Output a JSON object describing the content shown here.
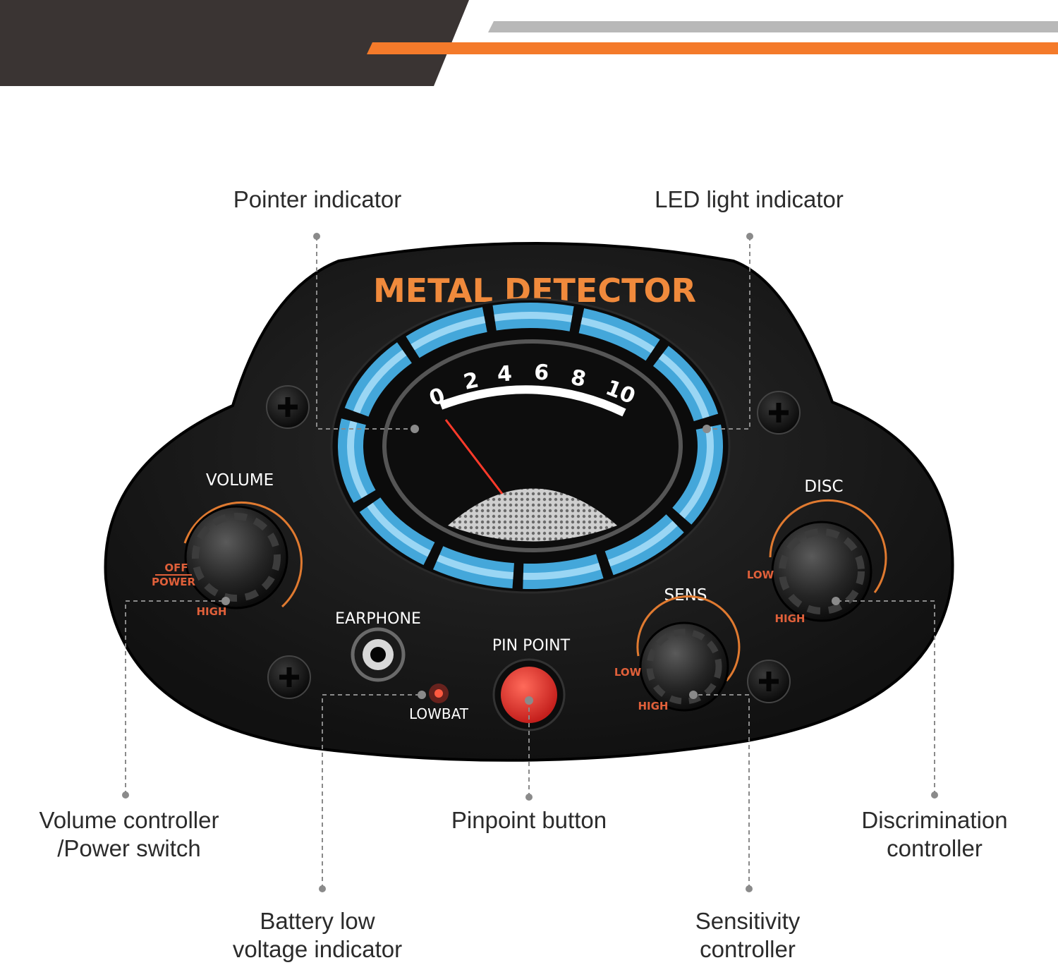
{
  "colors": {
    "header_dark": "#3a3433",
    "header_orange": "#f47a2a",
    "header_gray": "#b8b8b8",
    "panel_black": "#1b1b1b",
    "brand_orange": "#f08a3c",
    "led_blue": "#4fc3ff",
    "pinpoint_red": "#e8302e",
    "lowbat_red": "#ff3a2a",
    "leader_line": "#8a8a8a"
  },
  "device": {
    "brand_title": "METAL DETECTOR",
    "meter_scale": [
      "0",
      "2",
      "4",
      "6",
      "8",
      "10"
    ],
    "volume": {
      "label": "VOLUME",
      "off_label": "OFF",
      "power_label": "POWER",
      "high_label": "HIGH"
    },
    "disc": {
      "label": "DISC",
      "low_label": "LOW",
      "high_label": "HIGH"
    },
    "sens": {
      "label": "SENS",
      "low_label": "LOW",
      "high_label": "HIGH"
    },
    "earphone_label": "EARPHONE",
    "pinpoint_label": "PIN POINT",
    "lowbat_label": "LOWBAT"
  },
  "callouts": {
    "pointer_indicator": "Pointer indicator",
    "led_light_indicator": "LED light indicator",
    "volume_controller": [
      "Volume controller",
      "/Power switch"
    ],
    "pinpoint_button": "Pinpoint button",
    "discrimination_controller": [
      "Discrimination",
      "controller"
    ],
    "battery_low_indicator": [
      "Battery low",
      "voltage indicator"
    ],
    "sensitivity_controller": [
      "Sensitivity",
      "controller"
    ]
  }
}
